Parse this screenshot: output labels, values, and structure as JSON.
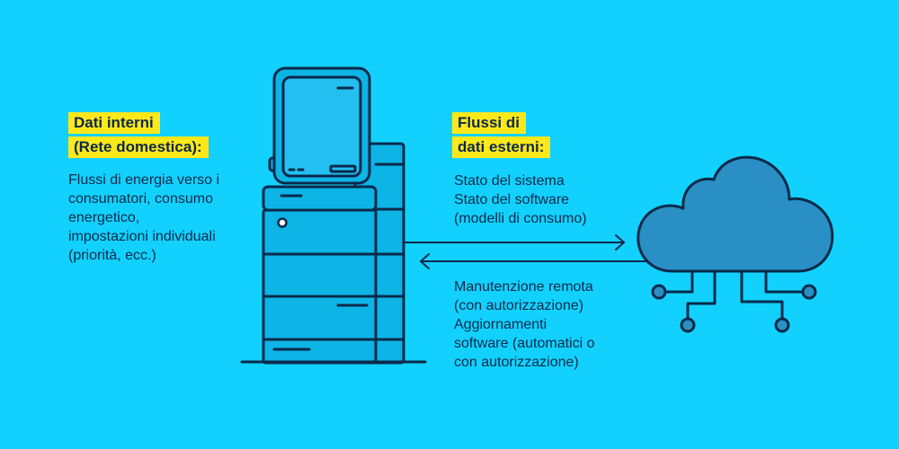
{
  "internal": {
    "heading_line1": "Dati interni",
    "heading_line2": "(Rete domestica):",
    "lines": [
      "Flussi di energia verso i",
      "consumatori, consumo",
      "energetico,",
      "impostazioni individuali",
      "(priorità, ecc.)"
    ]
  },
  "external": {
    "heading_line1": "Flussi di",
    "heading_line2": "dati esterni:",
    "outgoing_lines": [
      "Stato del sistema",
      "Stato del software",
      "(modelli di consumo)"
    ],
    "incoming_lines": [
      "Manutenzione remota",
      "(con autorizzazione)",
      "Aggiornamenti",
      "software (automatici o",
      "con autorizzazione)"
    ]
  },
  "colors": {
    "background": "#12d1ff",
    "highlight": "#ffe81a",
    "device_fill": "#0db4e6",
    "device_light": "#23bff0",
    "cloud_fill": "#2a8fc4",
    "outline": "#0a2a4a"
  },
  "icons": {
    "device": "energy-manager-device-icon",
    "cloud": "cloud-icon"
  }
}
